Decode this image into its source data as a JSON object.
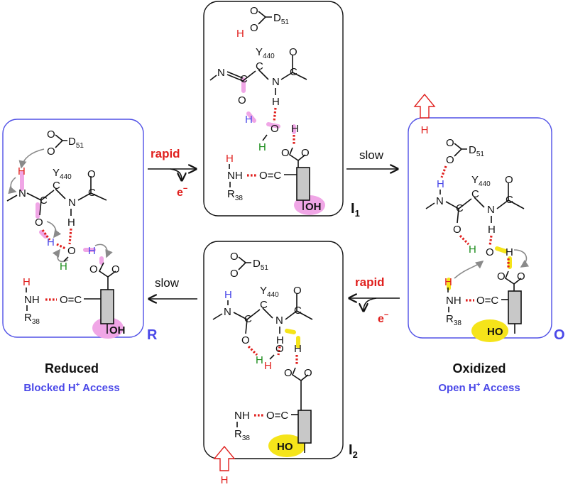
{
  "colors": {
    "red": "#e0201e",
    "blue_box": "#5050e6",
    "blue_text": "#4a48e8",
    "pink": "#f0a6e6",
    "yellow": "#f5e41a",
    "green": "#1c8c1c",
    "gray": "#8a8a8a"
  },
  "labels": {
    "rapid_top": "rapid",
    "e_top": "e",
    "slow_top": "slow",
    "slow_bottom": "slow",
    "rapid_bottom": "rapid",
    "e_bottom": "e",
    "state_R": "R",
    "state_O": "O",
    "state_I1": "I",
    "state_I1_sub": "1",
    "state_I2": "I",
    "state_I2_sub": "2",
    "reduced": "Reduced",
    "reduced_sub": "Blocked H",
    "oxidized": "Oxidized",
    "oxidized_sub": "Open H",
    "access": " Access",
    "plus": "+",
    "minus": "−",
    "H_release_O": "H",
    "H_release_I2": "H"
  },
  "atoms": {
    "H": "H",
    "O": "O",
    "N": "N",
    "C": "C",
    "D": "D",
    "D_sub": "51",
    "Y": "Y",
    "Y_sub": "440",
    "R": "R",
    "R_sub": "38",
    "NH": "NH",
    "OC": "O=C",
    "OH": "OH",
    "HO": "HO"
  }
}
